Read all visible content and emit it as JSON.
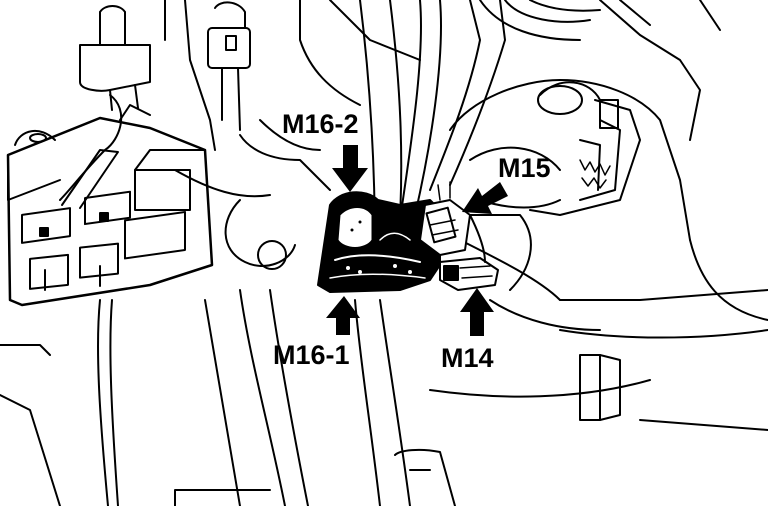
{
  "diagram": {
    "labels": {
      "m16_2": "M16-2",
      "m15": "M15",
      "m16_1": "M16-1",
      "m14": "M14"
    },
    "colors": {
      "ink": "#000000",
      "paper": "#ffffff"
    }
  }
}
